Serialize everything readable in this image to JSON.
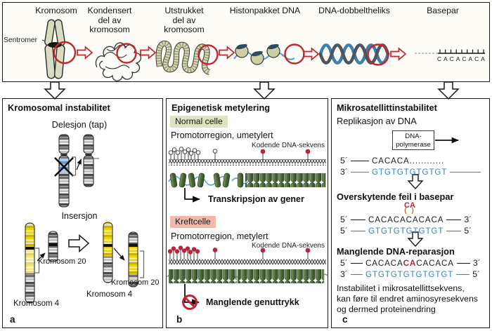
{
  "colors": {
    "accent_red": "#c3242f",
    "strand_blue": "#2e86c0",
    "histone_wave_blue": "#4ba0d6",
    "chromosome_fill": "#d9dcc0",
    "normal_chip_bg": "#dbe3c0",
    "cancer_chip_bg": "#f0b9ac",
    "nucleosome_green": "#4c6c38",
    "yellow_band": "#edd200",
    "bulge_orange": "#d2691e"
  },
  "icons": {
    "flow_arrow": "hollow-right-double-arrow",
    "panel_down_arrow": "hollow-down-arrow",
    "no_entry": "prohibition-circle-with-slash",
    "zoom_circle": "red-ring"
  },
  "top_panel": {
    "sentromer": "Sentromer",
    "basepair_letters": "CACACACA",
    "stages": [
      {
        "lines": [
          "Kromosom"
        ]
      },
      {
        "lines": [
          "Kondensert",
          "del av",
          "kromosom"
        ]
      },
      {
        "lines": [
          "Utstrukket",
          "del av",
          "kromosom"
        ]
      },
      {
        "lines": [
          "Histonpakket DNA"
        ]
      },
      {
        "lines": [
          "DNA-dobbeltheliks"
        ]
      },
      {
        "lines": [
          "Basepar"
        ]
      }
    ]
  },
  "panel_a": {
    "letter": "a",
    "title": "Kromosomal instabilitet",
    "deletion_heading": "Delesjon (tap)",
    "insertion_heading": "Insersjon",
    "chr20_left": "Kromosom 20",
    "chr4_left": "Kromosom 4",
    "chr20_right": "Kromosom 20",
    "chr4_right": "Kromosom 4"
  },
  "panel_b": {
    "letter": "b",
    "title": "Epigenetisk metylering",
    "normal": {
      "chip": "Normal celle",
      "promoter": "Promotorregion, umetylert",
      "coding": "Kodende DNA-sekvens",
      "result": "Transkripsjon av gener"
    },
    "cancer": {
      "chip": "Kreftcelle",
      "promoter": "Promotorregion, metylert",
      "coding": "Kodende DNA-sekvens",
      "result": "Manglende genuttrykk"
    }
  },
  "panel_c": {
    "letter": "c",
    "title": "Mikrosatellittinstabilitet",
    "replication_heading": "Replikasjon av DNA",
    "polymerase_line1": "DNA-",
    "polymerase_line2": "polymerase",
    "five_prime": "5´",
    "three_prime": "3´",
    "row1_seq": "CACACA............",
    "row2_seq": "GTGTGTGTGTGT",
    "error_heading": "Overskytende feil i basepar",
    "bulge_seq": "CA",
    "bulge_bracket": "( )",
    "row3_seq": "CACACACACACA",
    "row4_seq": "GTGTGTGTGTGT",
    "repair_heading": "Manglende DNA-reparasjon",
    "row5_pre": "CACACA",
    "row5_mut": "CA",
    "row5_post": "CACACA",
    "row6_seq": "GTGTGTGTGTGTGT",
    "footnote_lines": [
      "Instabilitet i mikrosatellittsekvens,",
      "kan føre til endret aminosyresekvens",
      "og dermed proteinendring"
    ]
  }
}
